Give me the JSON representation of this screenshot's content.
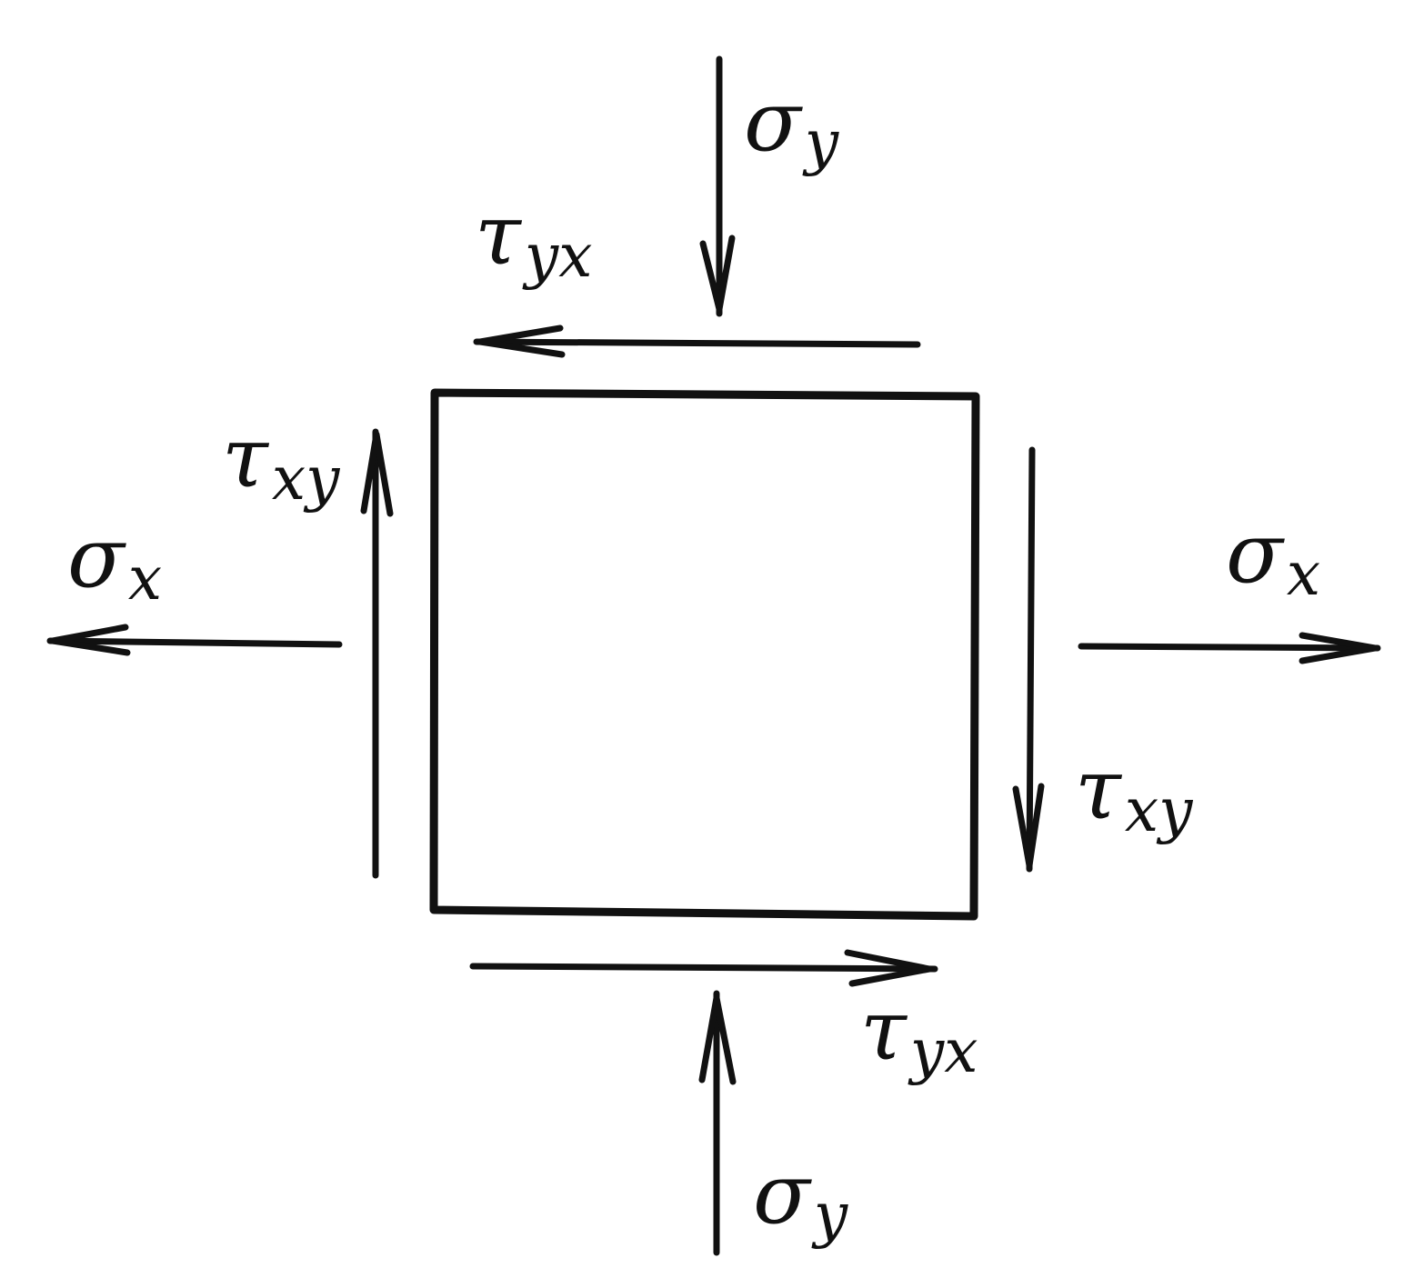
{
  "colors": {
    "ink": "#111111",
    "background": "#ffffff"
  },
  "labels": {
    "sigma_y_top": {
      "symbol": "σ",
      "subscript": "y"
    },
    "sigma_y_bottom": {
      "symbol": "σ",
      "subscript": "y"
    },
    "sigma_x_left": {
      "symbol": "σ",
      "subscript": "x"
    },
    "sigma_x_right": {
      "symbol": "σ",
      "subscript": "x"
    },
    "tau_yx_top": {
      "symbol": "τ",
      "subscript": "yx"
    },
    "tau_yx_bottom": {
      "symbol": "τ",
      "subscript": "yx"
    },
    "tau_xy_left": {
      "symbol": "τ",
      "subscript": "xy"
    },
    "tau_xy_right": {
      "symbol": "τ",
      "subscript": "xy"
    }
  }
}
